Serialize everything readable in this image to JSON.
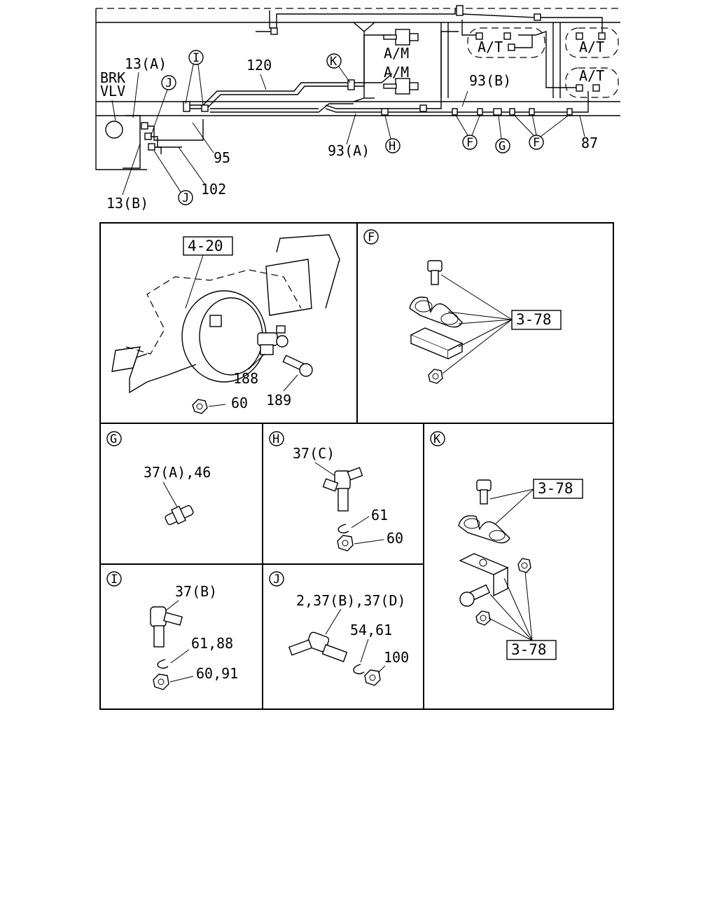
{
  "overview": {
    "labels": {
      "brk_vlv_1": "BRK",
      "brk_vlv_2": "VLV",
      "l13a": "13(A)",
      "l13b": "13(B)",
      "l120": "120",
      "l95": "95",
      "l102": "102",
      "l93a": "93(A)",
      "l93b": "93(B)",
      "l87": "87",
      "am1": "A/M",
      "am2": "A/M",
      "at1": "A/T",
      "at2": "A/T",
      "at3": "A/T"
    },
    "callouts": {
      "I": "I",
      "J_top": "J",
      "J_bottom": "J",
      "K": "K",
      "H": "H",
      "F1": "F",
      "G": "G",
      "F2": "F"
    }
  },
  "panels": {
    "axle": {
      "ref_box": "4-20",
      "labels": {
        "p188": "188",
        "p189": "189",
        "p60": "60"
      }
    },
    "F": {
      "title": "F",
      "ref_box": "3-78"
    },
    "G": {
      "title": "G",
      "label": "37(A),46"
    },
    "H": {
      "title": "H",
      "labels": {
        "p37c": "37(C)",
        "p61": "61",
        "p60": "60"
      }
    },
    "I": {
      "title": "I",
      "labels": {
        "p37b": "37(B)",
        "p61_88": "61,88",
        "p60_91": "60,91"
      }
    },
    "J": {
      "title": "J",
      "labels": {
        "p2_37": "2,37(B),37(D)",
        "p54_61": "54,61",
        "p100": "100"
      }
    },
    "K": {
      "title": "K",
      "ref_box_top": "3-78",
      "ref_box_bottom": "3-78"
    }
  }
}
